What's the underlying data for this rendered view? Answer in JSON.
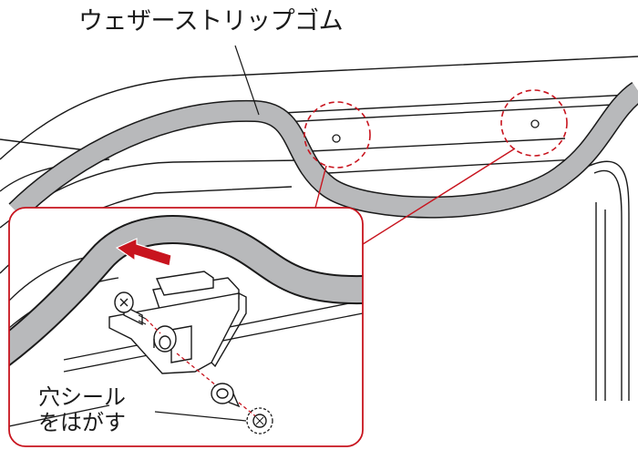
{
  "labels": {
    "weatherstrip": "ウェザーストリップゴム",
    "seal_line1": "穴シール",
    "seal_line2": "をはがす"
  },
  "colors": {
    "line": "#1a1a1a",
    "rubber_fill": "#b8b9bb",
    "accent_red": "#c8141e"
  },
  "icons": {
    "arrow": "red-direction-arrow",
    "screw": "phillips-screw",
    "washer": "spacer-washer",
    "hole": "mounting-hole"
  }
}
